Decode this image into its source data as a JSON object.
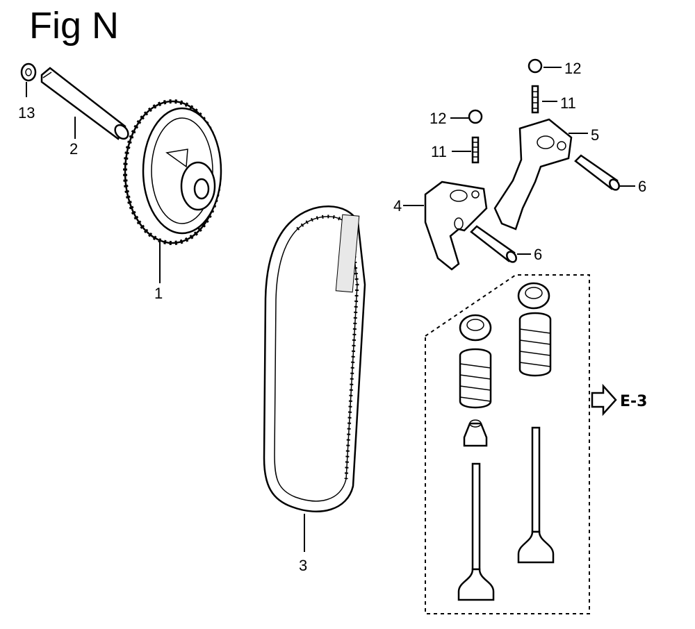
{
  "figure": {
    "title": "Fig N"
  },
  "callouts": {
    "c1": "1",
    "c2": "2",
    "c3": "3",
    "c4": "4",
    "c5": "5",
    "c6a": "6",
    "c6b": "6",
    "c11a": "11",
    "c11b": "11",
    "c12a": "12",
    "c12b": "12",
    "c13": "13"
  },
  "reference": {
    "label": "E-3",
    "icon": "arrow-right-icon"
  },
  "colors": {
    "ink": "#000000",
    "paper": "#ffffff"
  }
}
